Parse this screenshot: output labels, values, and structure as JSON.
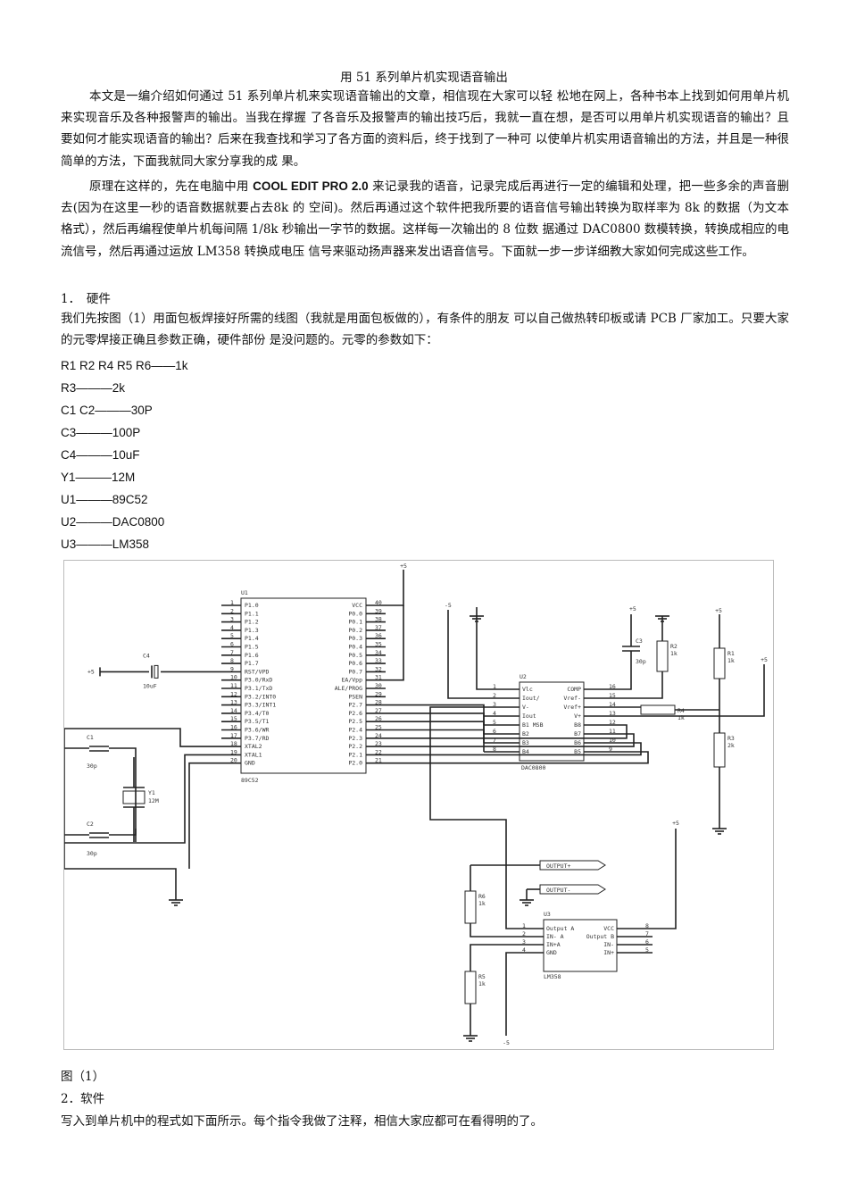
{
  "title": "用 51 系列单片机实现语音输出",
  "intro": "本文是一编介绍如何通过 51 系列单片机来实现语音输出的文章，相信现在大家可以轻 松地在网上，各种书本上找到如何用单片机来实现音乐及各种报警声的输出。当我在撑握 了各音乐及报警声的输出技巧后，我就一直在想，是否可以用单片机实现语音的输出？且 要如何才能实现语音的输出？后来在我查找和学习了各方面的资料后，终于找到了一种可 以使单片机实用语音输出的方法，并且是一种很简单的方法，下面我就同大家分享我的成 果。",
  "principle": {
    "pre": "原理在这样的，先在电脑中用 ",
    "software": "COOL EDIT PRO 2.0",
    "post": " 来记录我的语音，记录完成后再进行一定的编辑和处理，把一些多余的声音删去(因为在这里一秒的语音数据就要占去8k 的 空间)。然后再通过这个软件把我所要的语音信号输出转换为取样率为 8k 的数据（为文本 格式），然后再编程使单片机每间隔 1/8k 秒输出一字节的数据。这样每一次输出的 8 位数 据通过 DAC0800 数模转换，转换成相应的电流信号，然后再通过运放 LM358 转换成电压 信号来驱动扬声器来发出语音信号。下面就一步一步详细教大家如何完成这些工作。"
  },
  "section1_heading": "1．　硬件",
  "section1_text": "我们先按图（1）用面包板焊接好所需的线图（我就是用面包板做的），有条件的朋友 可以自己做热转印板或请 PCB 厂家加工。只要大家的元零焊接正确且参数正确，硬件部份 是没问题的。元零的参数如下：",
  "parts": [
    "R1 R2 R4 R5 R6——1k",
    "R3———2k",
    "C1 C2———30P",
    "C3———100P",
    "C4———10uF",
    "Y1———12M",
    "U1———89C52",
    "U2———DAC0800",
    "U3———LM358"
  ],
  "schematic": {
    "u1_ref": "U1",
    "u1_name": "89C52",
    "u2_ref": "U2",
    "u2_name": "DAC0800",
    "u3_ref": "U3",
    "u3_name": "LM358",
    "u1_left_pins": [
      "P1.0",
      "P1.1",
      "P1.2",
      "P1.3",
      "P1.4",
      "P1.5",
      "P1.6",
      "P1.7",
      "RST/VPD",
      "P3.0/RxD",
      "P3.1/TxD",
      "P3.2/INT0",
      "P3.3/INT1",
      "P3.4/T0",
      "P3.5/T1",
      "P3.6/WR",
      "P3.7/RD",
      "XTAL2",
      "XTAL1",
      "GND"
    ],
    "u1_right_pins": [
      "VCC",
      "P0.0",
      "P0.1",
      "P0.2",
      "P0.3",
      "P0.4",
      "P0.5",
      "P0.6",
      "P0.7",
      "EA/Vpp",
      "ALE/PROG",
      "PSEN",
      "P2.7",
      "P2.6",
      "P2.5",
      "P2.4",
      "P2.3",
      "P2.2",
      "P2.1",
      "P2.0"
    ],
    "u1_left_nums": [
      "1",
      "2",
      "3",
      "4",
      "5",
      "6",
      "7",
      "8",
      "9",
      "10",
      "11",
      "12",
      "13",
      "14",
      "15",
      "16",
      "17",
      "18",
      "19",
      "20"
    ],
    "u1_right_nums": [
      "40",
      "39",
      "38",
      "37",
      "36",
      "35",
      "34",
      "33",
      "32",
      "31",
      "30",
      "29",
      "28",
      "27",
      "26",
      "25",
      "24",
      "23",
      "22",
      "21"
    ],
    "u2_left_pins": [
      "Vlc",
      "Iout/",
      "V-",
      "Iout",
      "B1 MSB",
      "B2",
      "B3",
      "B4"
    ],
    "u2_right_pins": [
      "COMP",
      "Vref-",
      "Vref+",
      "V+",
      "B8",
      "B7",
      "B6",
      "B5"
    ],
    "u2_left_nums": [
      "1",
      "2",
      "3",
      "4",
      "5",
      "6",
      "7",
      "8"
    ],
    "u2_right_nums": [
      "16",
      "15",
      "14",
      "13",
      "12",
      "11",
      "10",
      "9"
    ],
    "u3_left_pins": [
      "Output A",
      "IN- A",
      "IN+A",
      "GND"
    ],
    "u3_right_pins": [
      "VCC",
      "Output B",
      "IN-",
      "IN+"
    ],
    "u3_left_nums": [
      "1",
      "2",
      "3",
      "4"
    ],
    "u3_right_nums": [
      "8",
      "7",
      "6",
      "5"
    ],
    "c4": "C4",
    "c4_val": "10uF",
    "c1": "C1",
    "c1_val": "30p",
    "c2": "C2",
    "c2_val": "30p",
    "c3": "C3",
    "c3_val": "30p",
    "y1": "Y1",
    "y1_val": "12M",
    "r1": "R1",
    "r1_val": "1k",
    "r2": "R2",
    "r2_val": "1k",
    "r3": "R3",
    "r3_val": "2k",
    "r4": "R4",
    "r4_val": "1k",
    "r5": "R5",
    "r5_val": "1k",
    "r6": "R6",
    "r6_val": "1k",
    "plus5": "+5",
    "minus5": "-5",
    "out_pos": "OUTPUT+",
    "out_neg": "OUTPUT-"
  },
  "figure_caption": "图（1）",
  "section2_heading": "2．软件",
  "section2_text": "写入到单片机中的程式如下面所示。每个指令我做了注释，相信大家应都可在看得明的了。"
}
